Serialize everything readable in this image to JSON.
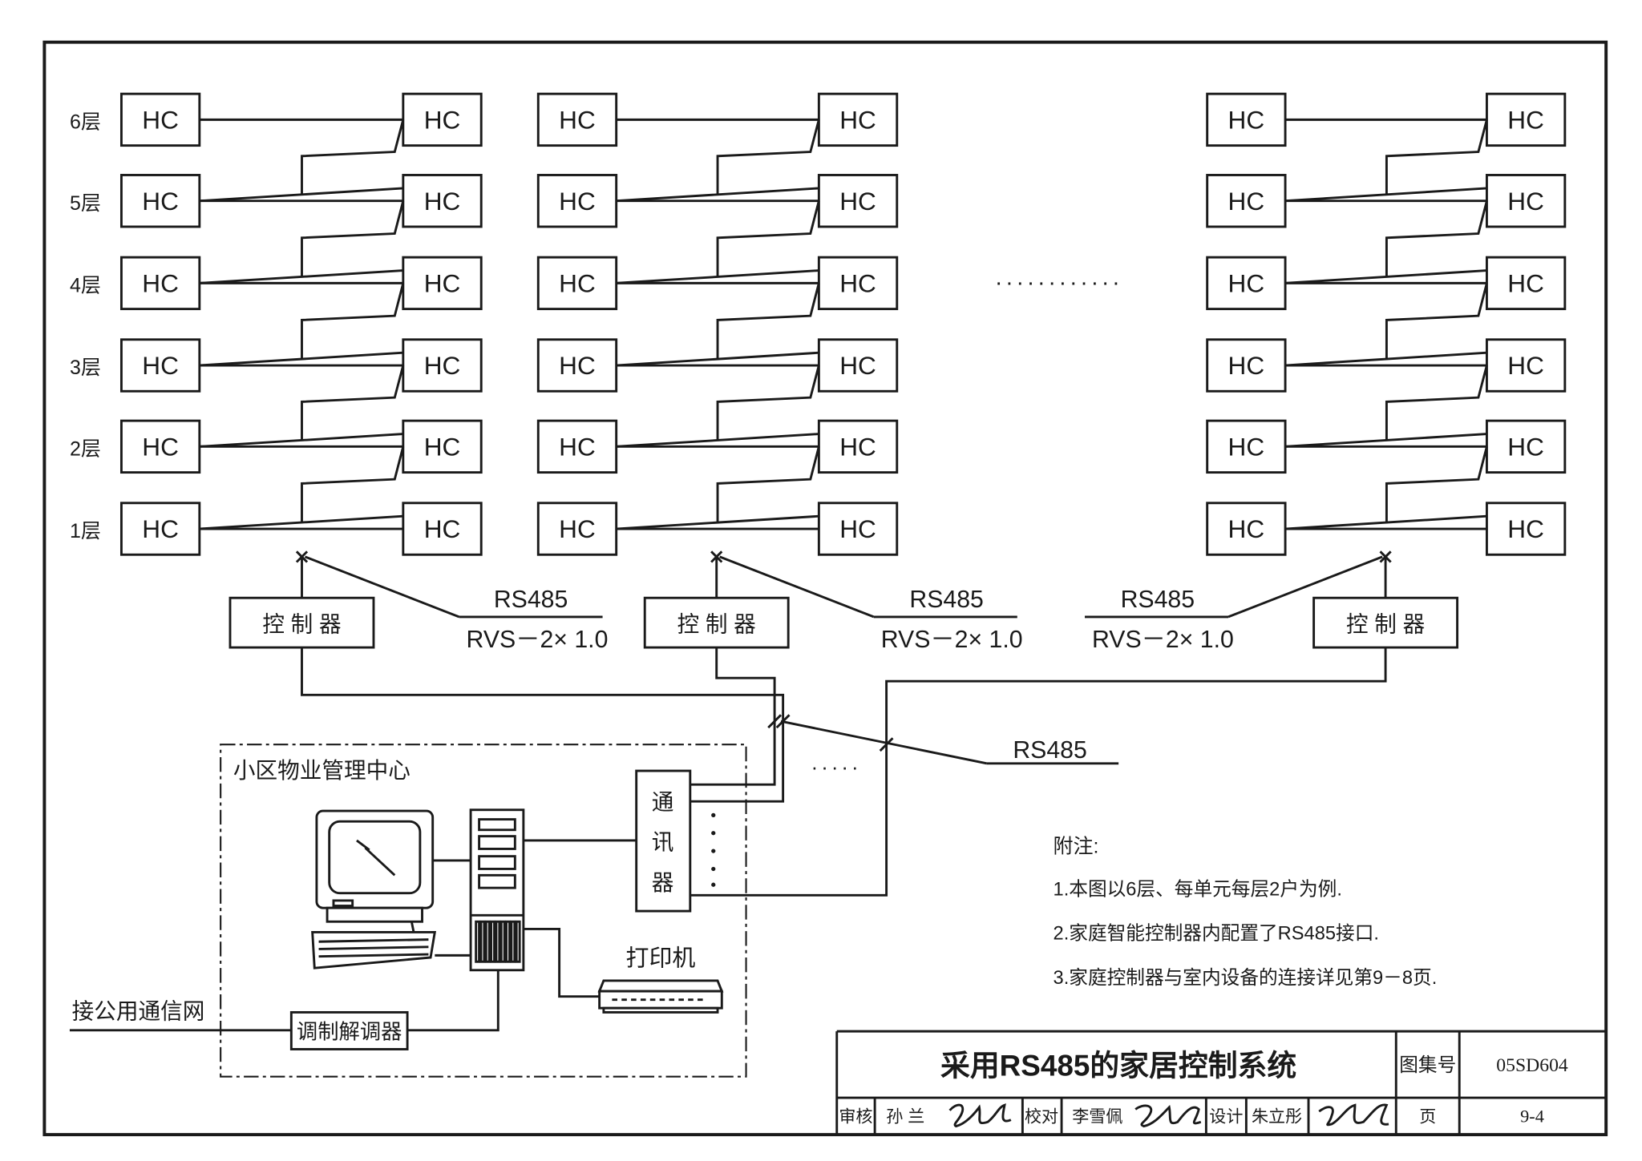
{
  "floors": [
    "1层",
    "2层",
    "3层",
    "4层",
    "5层",
    "6层"
  ],
  "hc_label": "HC",
  "ellipsis_top": "............",
  "ellipsis_mid": ".....",
  "controller_label": "控 制 器",
  "rs485": "RS485",
  "cable_spec": "RVS－2× 1.0",
  "rs485_bus": "RS485",
  "center_title": "小区物业管理中心",
  "comm_label": "通讯器",
  "printer_label": "打印机",
  "modem_label": "调制解调器",
  "public_net": "接公用通信网",
  "notes": {
    "heading": "附注:",
    "items": [
      "1.本图以6层、每单元每层2户为例.",
      "2.家庭智能控制器内配置了RS485接口.",
      "3.家庭控制器与室内设备的连接详见第9－8页."
    ]
  },
  "title_block": {
    "title": "采用RS485的家居控制系统",
    "atlas_label": "图集号",
    "atlas_no": "05SD604",
    "review_label": "审核",
    "reviewer": "孙 兰",
    "check_label": "校对",
    "checker": "李雪佩",
    "design_label": "设计",
    "designer": "朱立彤",
    "page_label": "页",
    "page_no": "9-4"
  }
}
